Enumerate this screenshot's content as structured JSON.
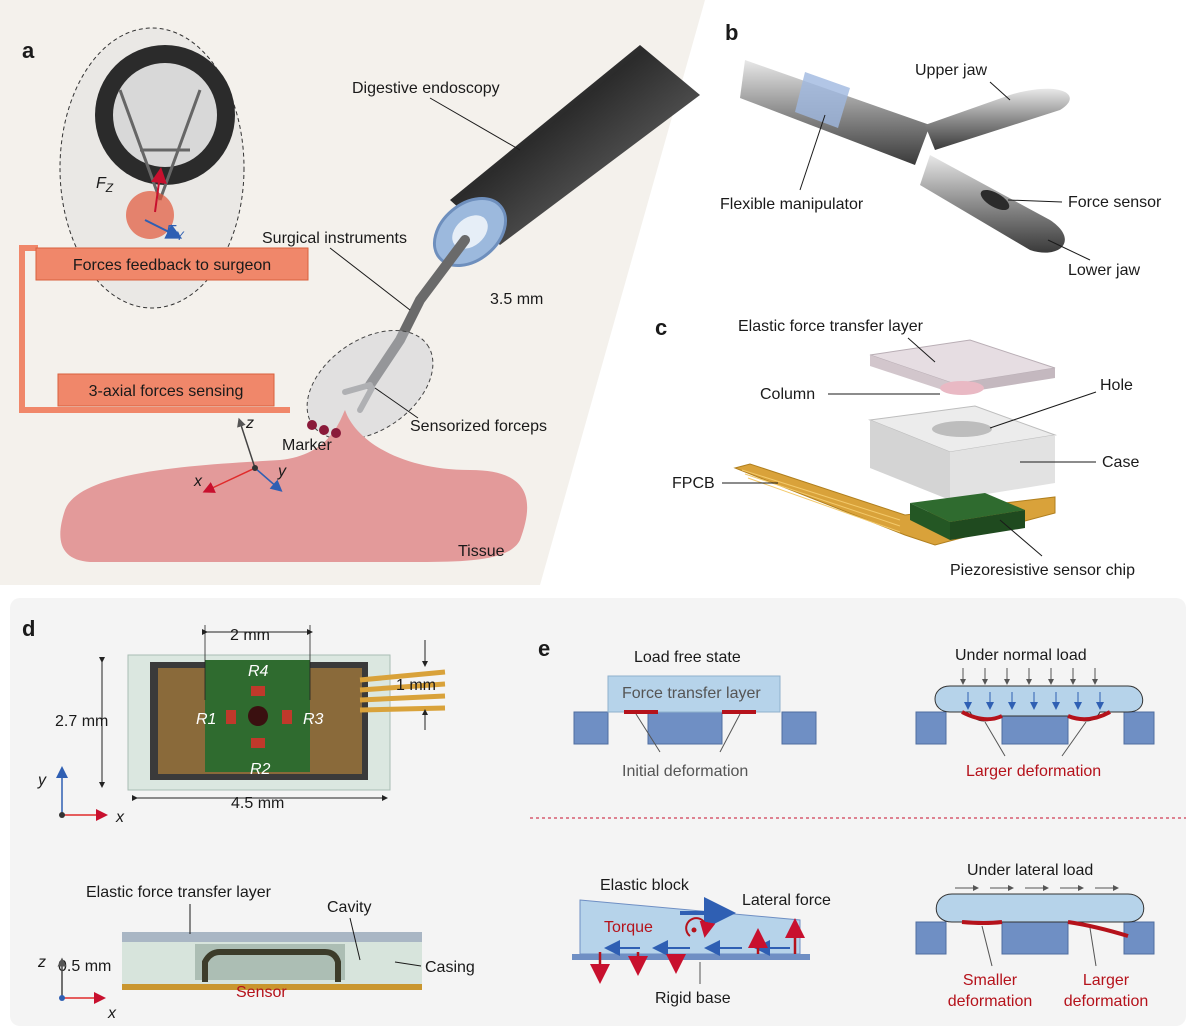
{
  "panels": {
    "a": {
      "letter": "a",
      "labels": {
        "digestive_endoscopy": "Digestive endoscopy",
        "surgical_instruments": "Surgical instruments",
        "diameter": "3.5 mm",
        "sensorized_forceps": "Sensorized forceps",
        "marker": "Marker",
        "tissue": "Tissue",
        "forces_feedback": "Forces feedback to surgeon",
        "forces_sensing": "3-axial forces sensing",
        "fz": "F",
        "fz_sub": "Z",
        "fy": "F",
        "fy_sub": "Y",
        "axis_x": "x",
        "axis_y": "y",
        "axis_z": "z"
      },
      "colors": {
        "box": "#f0876a",
        "tissue": "#e39a9a",
        "bg": "#f4f1ec"
      }
    },
    "b": {
      "letter": "b",
      "labels": {
        "upper_jaw": "Upper jaw",
        "flexible_manipulator": "Flexible manipulator",
        "force_sensor": "Force sensor",
        "lower_jaw": "Lower jaw"
      }
    },
    "c": {
      "letter": "c",
      "labels": {
        "elastic_layer": "Elastic force transfer layer",
        "column": "Column",
        "hole": "Hole",
        "case": "Case",
        "fpcb": "FPCB",
        "chip": "Piezoresistive sensor chip"
      },
      "colors": {
        "fpcb": "#d9a23a",
        "chip": "#2f6b2f"
      }
    },
    "d": {
      "letter": "d",
      "labels": {
        "width_2mm": "2 mm",
        "height": "2.7 mm",
        "width": "4.5 mm",
        "lead": "1 mm",
        "r1": "R1",
        "r2": "R2",
        "r3": "R3",
        "r4": "R4",
        "axis_x": "x",
        "axis_y": "y",
        "axis_z": "z",
        "elastic_layer": "Elastic force transfer layer",
        "cavity": "Cavity",
        "thickness": "0.5 mm",
        "casing": "Casing",
        "sensor": "Sensor"
      }
    },
    "e": {
      "letter": "e",
      "labels": {
        "load_free": "Load free state",
        "force_transfer_layer": "Force transfer layer",
        "initial_deformation": "Initial deformation",
        "normal_load": "Under normal load",
        "larger_deformation": "Larger deformation",
        "elastic_block": "Elastic block",
        "lateral_force": "Lateral force",
        "torque": "Torque",
        "rigid_base": "Rigid base",
        "lateral_load": "Under lateral load",
        "smaller_deformation_1": "Smaller",
        "smaller_deformation_2": "deformation",
        "larger_deformation_1": "Larger",
        "larger_deformation_2": "deformation"
      },
      "colors": {
        "block": "#6f8fc4",
        "layer": "#b6d3ea",
        "red": "#b5121b",
        "blue": "#2f5fb3"
      }
    }
  }
}
